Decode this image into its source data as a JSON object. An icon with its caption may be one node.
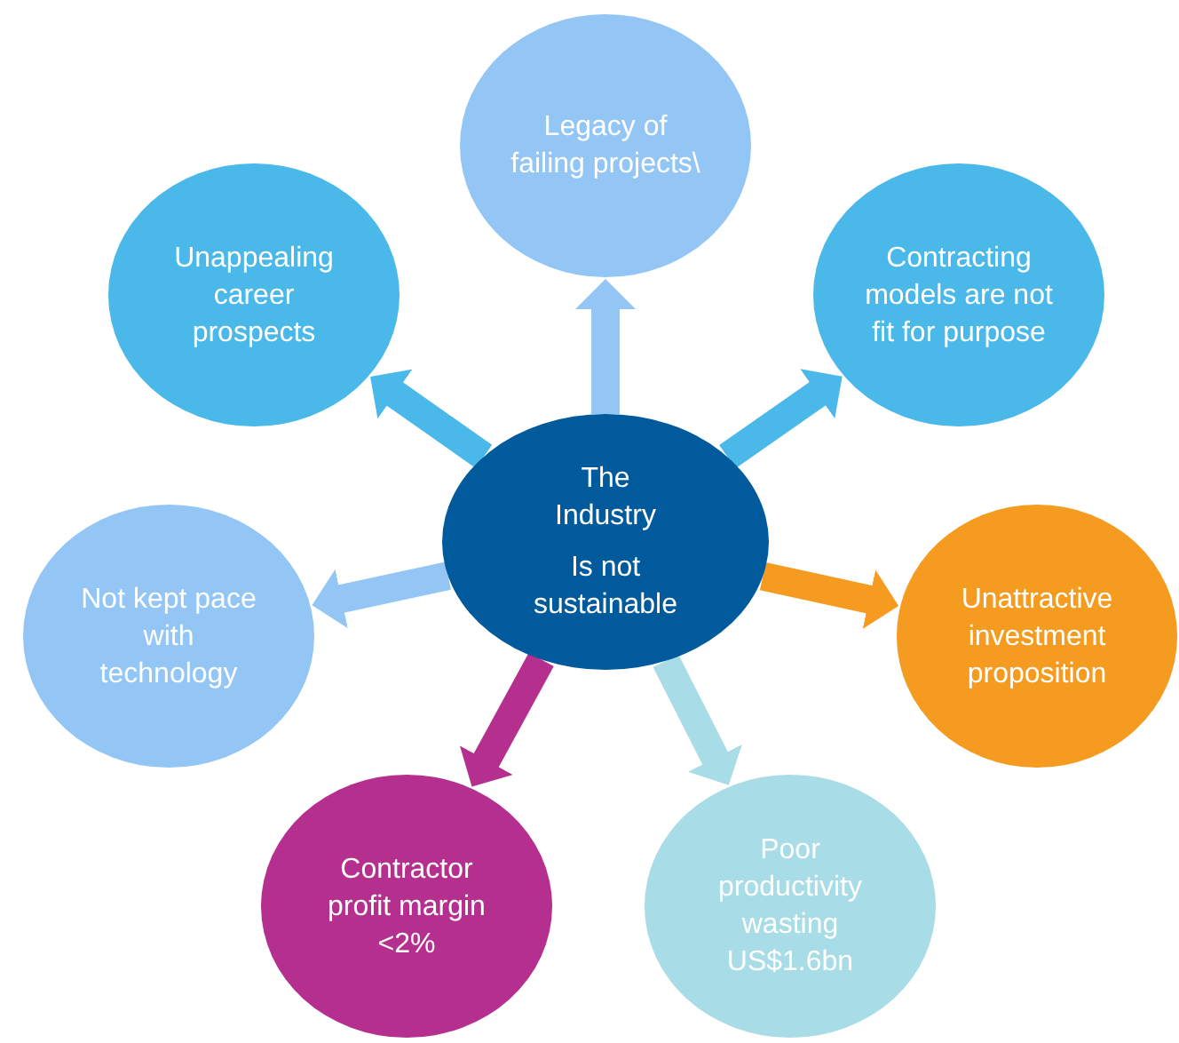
{
  "diagram": {
    "nodes": [
      {
        "text": [
          "Legacy of failing projects\\"
        ]
      },
      {
        "text": [
          "Unappealing career prospects"
        ]
      },
      {
        "text": [
          "Contracting models are not fit for purpose"
        ]
      },
      {
        "text": [
          "The Industry",
          "Is not sustainable"
        ]
      },
      {
        "text": [
          "Not kept pace with technology"
        ]
      },
      {
        "text": [
          "Unattractive investment proposition"
        ]
      },
      {
        "text": [
          "Contractor profit margin <2%"
        ]
      },
      {
        "text": [
          "Poor productivity wasting",
          "US$1.6bn"
        ]
      }
    ],
    "edges": [
      {
        "from": 3,
        "to": 0,
        "arrow": "to",
        "color": "#93c6f4"
      },
      {
        "from": 3,
        "to": 1,
        "arrow": "to",
        "color": "#4ab8e8"
      },
      {
        "from": 3,
        "to": 2,
        "arrow": "to",
        "color": "#4ab8e8"
      },
      {
        "from": 3,
        "to": 4,
        "arrow": "to",
        "color": "#93c6f4"
      },
      {
        "from": 3,
        "to": 5,
        "arrow": "to",
        "color": "#f59b1f"
      },
      {
        "from": 3,
        "to": 6,
        "arrow": "to",
        "color": "#b52f8f"
      },
      {
        "from": 3,
        "to": 7,
        "arrow": "to",
        "color": "#a8dce6"
      }
    ]
  }
}
